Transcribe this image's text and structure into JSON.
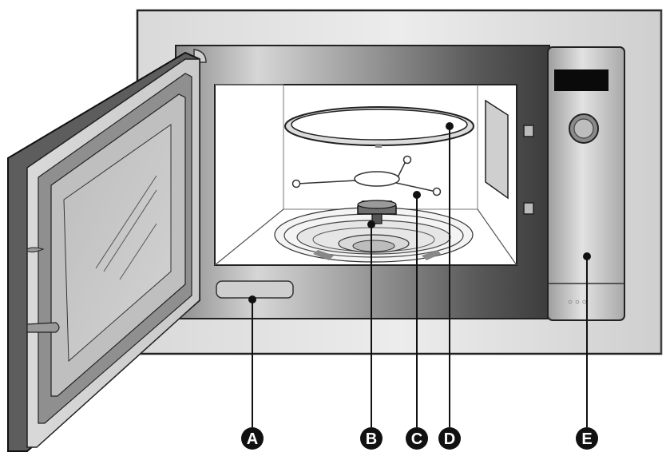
{
  "callouts": [
    {
      "id": "A",
      "letter": "A"
    },
    {
      "id": "B",
      "letter": "B"
    },
    {
      "id": "C",
      "letter": "C"
    },
    {
      "id": "D",
      "letter": "D"
    },
    {
      "id": "E",
      "letter": "E"
    }
  ],
  "control_panel": {
    "indicator_dots": "○ ○ ○"
  }
}
